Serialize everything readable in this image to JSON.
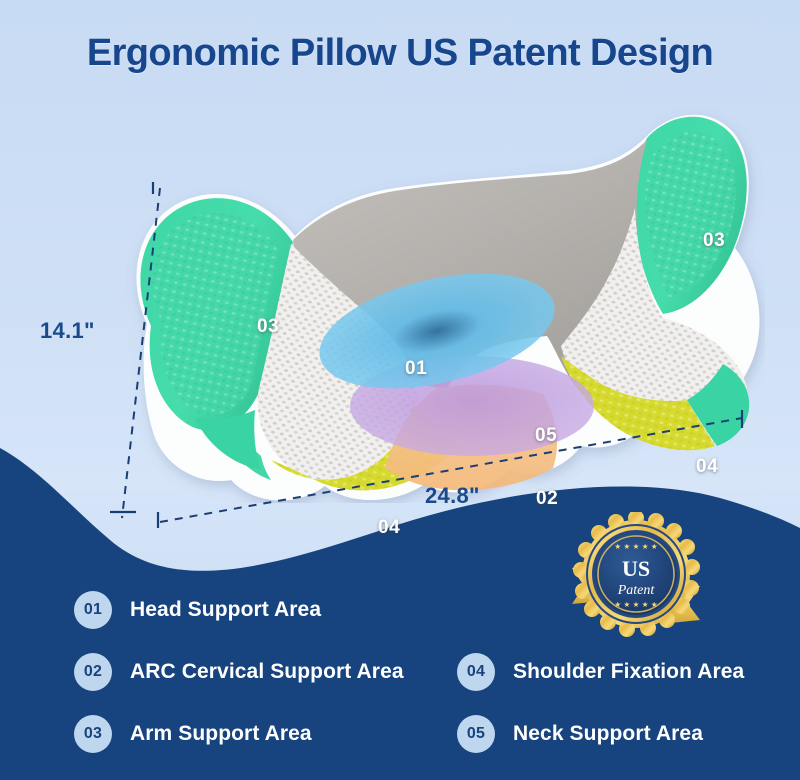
{
  "header": {
    "title": "Ergonomic Pillow US Patent Design",
    "title_color": "#17468c"
  },
  "theme": {
    "background_top": "#c8dbf4",
    "background_bottom_navy": "#17447e",
    "badge_circle": "#bed7ef",
    "legend_text": "#ffffff",
    "mint_green": "#3ad3a3",
    "yellow_band": "#d4d92c",
    "pillow_gray": "#b4b1ad",
    "mesh_white": "#f0efed"
  },
  "dimensions": {
    "height": "14.1\"",
    "width": "24.8\""
  },
  "pillow_zones": [
    {
      "num": "01",
      "name": "head-support-zone",
      "color": "#5bbdea"
    },
    {
      "num": "02",
      "name": "arc-cervical-zone",
      "color": "#f4bc86"
    },
    {
      "num": "03",
      "name": "arm-support-zone-left",
      "color": "#3ad3a3"
    },
    {
      "num": "03",
      "name": "arm-support-zone-right",
      "color": "#3ad3a3"
    },
    {
      "num": "04",
      "name": "shoulder-fixation-left",
      "color": "#d4d92c"
    },
    {
      "num": "04",
      "name": "shoulder-fixation-right",
      "color": "#d4d92c"
    },
    {
      "num": "05",
      "name": "neck-support-zone",
      "color": "#c5a6e0"
    }
  ],
  "zone_numbers": {
    "n01": "01",
    "n02": "02",
    "n03a": "03",
    "n03b": "03",
    "n04a": "04",
    "n04b": "04",
    "n05": "05"
  },
  "legend": {
    "items": [
      {
        "num": "01",
        "label": "Head Support Area"
      },
      {
        "num": "02",
        "label": "ARC Cervical Support Area"
      },
      {
        "num": "03",
        "label": "Arm Support Area"
      },
      {
        "num": "04",
        "label": "Shoulder Fixation Area"
      },
      {
        "num": "05",
        "label": "Neck Support Area"
      }
    ]
  },
  "patent_badge": {
    "line1": "US",
    "line2": "Patent",
    "stars_top": "★ ★ ★ ★ ★",
    "stars_bottom": "★ ★ ★ ★ ★",
    "gold": "#f2c75c",
    "navy": "#1d3f72"
  }
}
